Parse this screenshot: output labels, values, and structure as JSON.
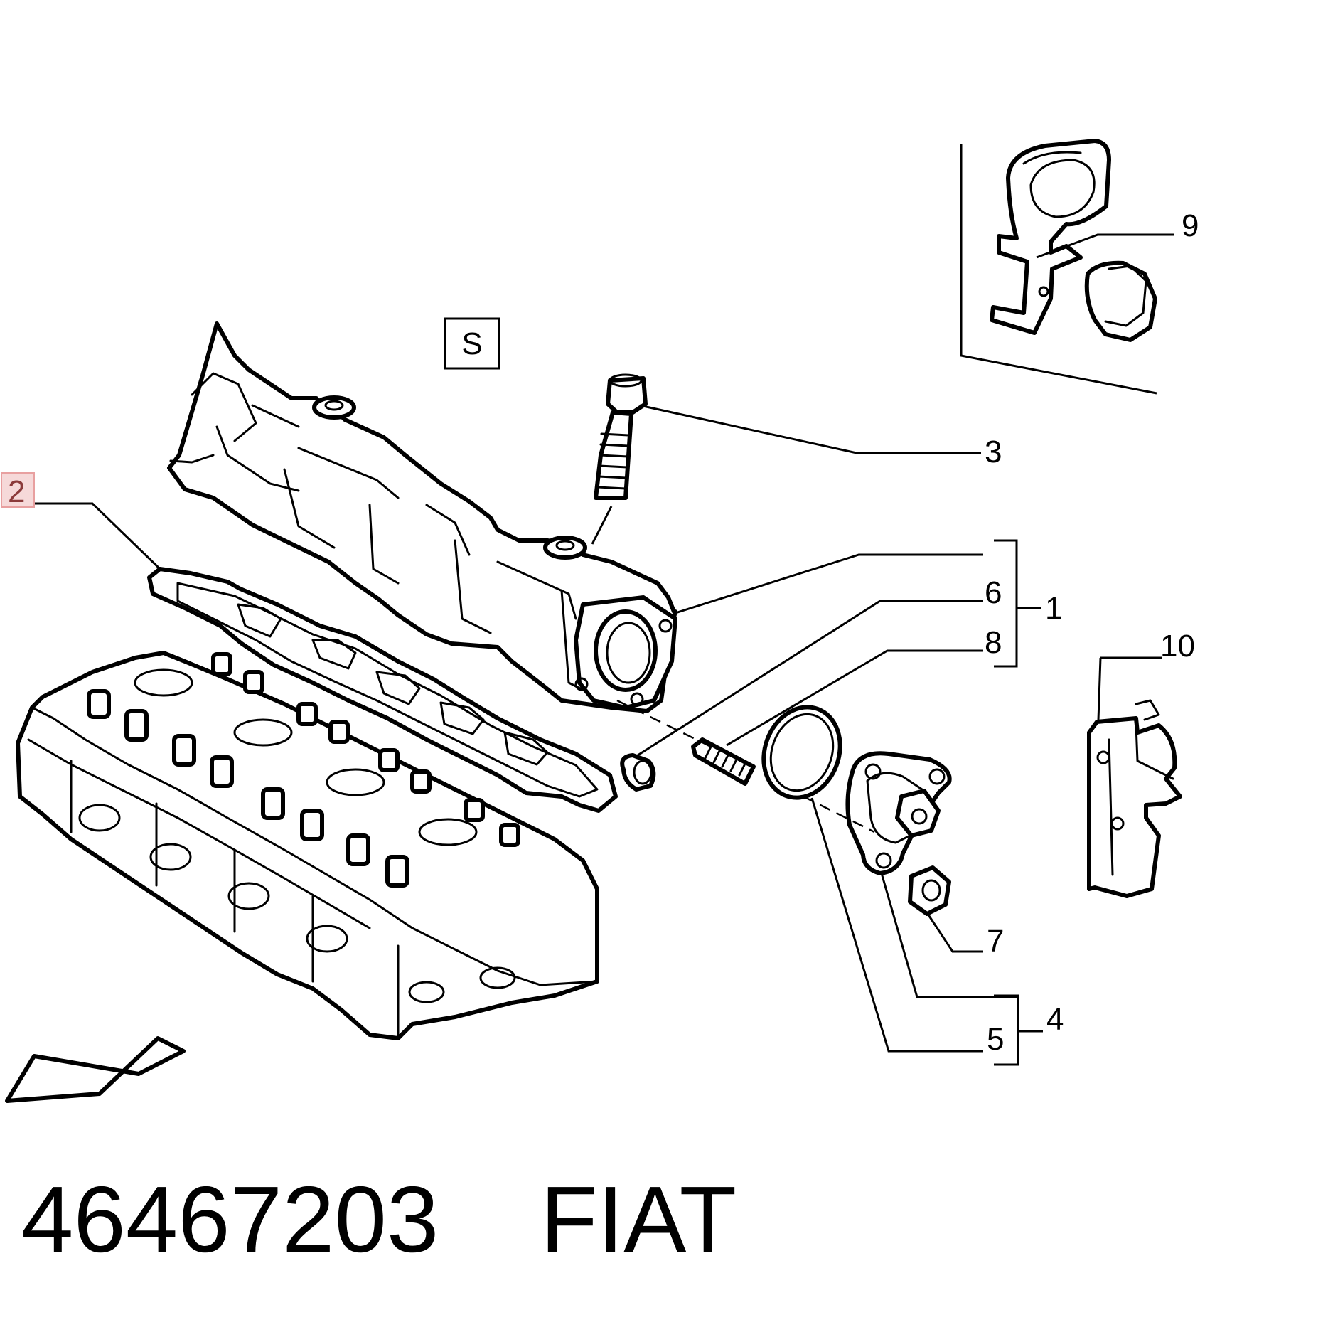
{
  "diagram": {
    "section_code": "S",
    "callouts": [
      {
        "id": "1",
        "label": "1"
      },
      {
        "id": "2",
        "label": "2",
        "highlight_color": "#e8a0a0"
      },
      {
        "id": "3",
        "label": "3"
      },
      {
        "id": "4",
        "label": "4"
      },
      {
        "id": "5",
        "label": "5"
      },
      {
        "id": "6",
        "label": "6"
      },
      {
        "id": "7",
        "label": "7"
      },
      {
        "id": "8",
        "label": "8"
      },
      {
        "id": "9",
        "label": "9"
      },
      {
        "id": "10",
        "label": "10"
      }
    ]
  },
  "footer": {
    "part_number": "46467203",
    "brand": "FIAT"
  }
}
